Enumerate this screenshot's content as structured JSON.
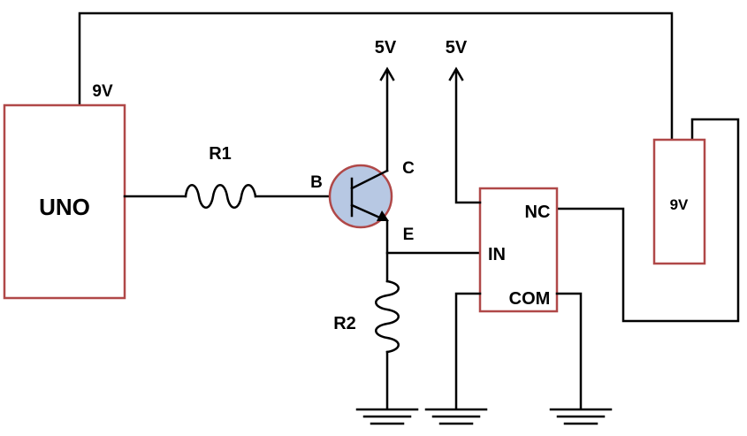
{
  "labels": {
    "uno": "UNO",
    "uno_supply": "9V",
    "r1": "R1",
    "r2": "R2",
    "base": "B",
    "collector": "C",
    "emitter": "E",
    "vcc_transistor": "5V",
    "vcc_relay": "5V",
    "relay_in": "IN",
    "relay_nc": "NC",
    "relay_com": "COM",
    "battery": "9V"
  },
  "colors": {
    "wire": "#000000",
    "box_outline": "#b04848",
    "transistor_fill": "#b7c8e3",
    "transistor_outline": "#b04848"
  }
}
